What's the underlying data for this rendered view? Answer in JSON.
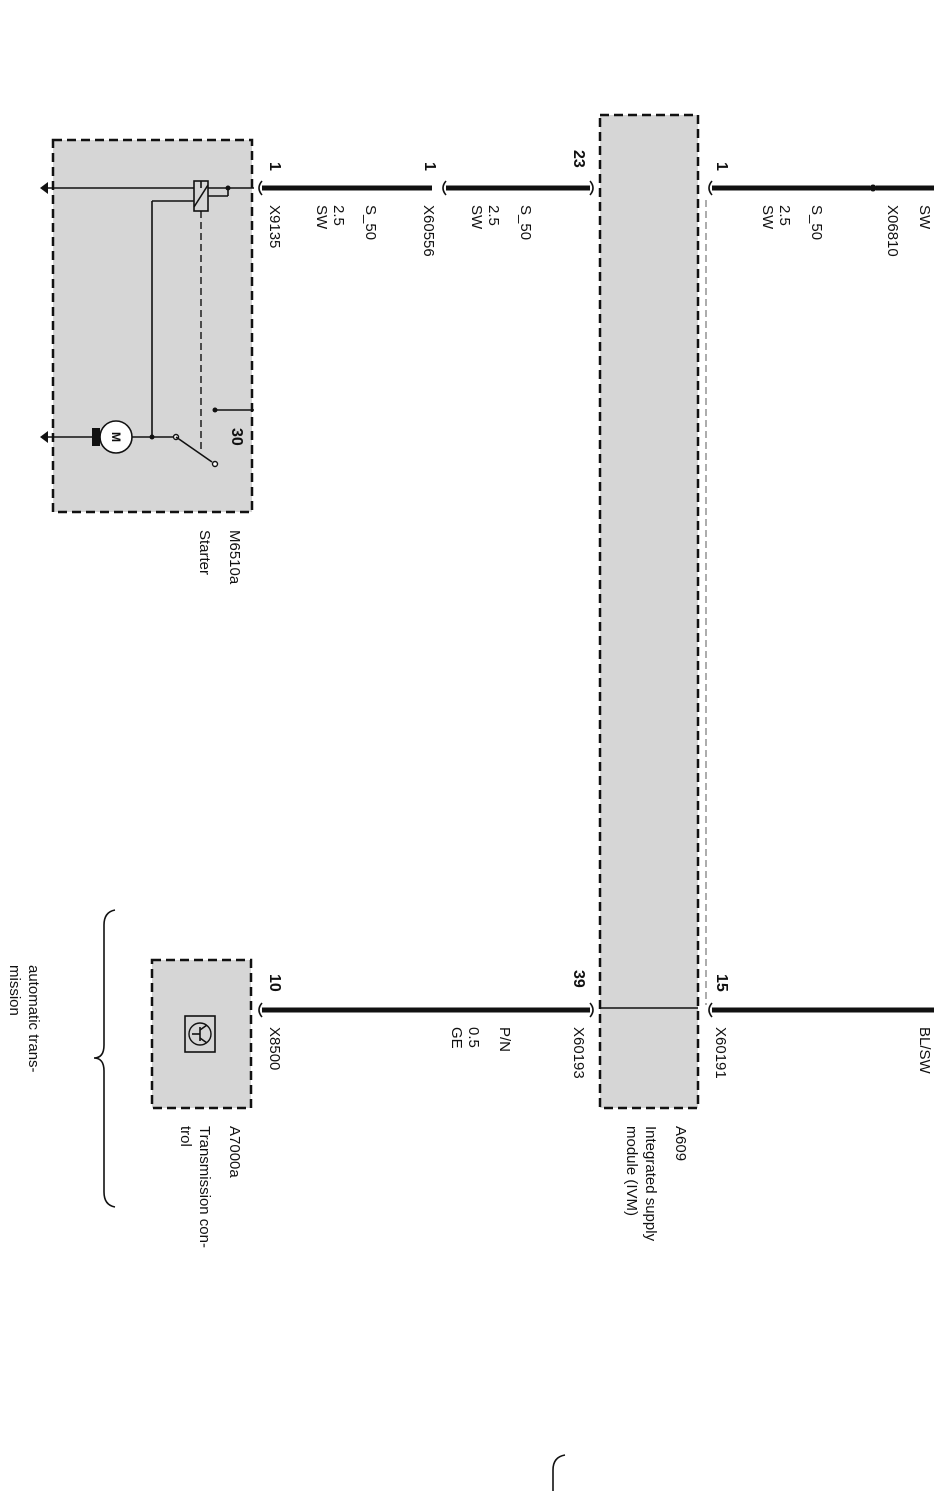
{
  "components": {
    "starter": {
      "id": "M6510a",
      "name": "Starter",
      "pin_30": "30",
      "motor_symbol": "M"
    },
    "ism": {
      "id": "A609",
      "name_line1": "Integrated supply",
      "name_line2": "module (IVM)"
    },
    "transmission": {
      "id": "A7000a",
      "name_line1": "Transmission con-",
      "name_line2": "trol"
    }
  },
  "pins": {
    "x9135": "1",
    "x60556": "1",
    "ism_23": "23",
    "x06810": "1",
    "x8500": "10",
    "ism_39": "39",
    "x60191": "15"
  },
  "connectors": {
    "x9135": "X9135",
    "x60556": "X60556",
    "x06810": "X06810",
    "x8500": "X8500",
    "x60193": "X60193",
    "x60191": "X60191"
  },
  "wires": {
    "s50_a": {
      "signal": "S_50",
      "gauge": "2.5",
      "color": "SW"
    },
    "s50_b": {
      "signal": "S_50",
      "gauge": "2.5",
      "color": "SW"
    },
    "s50_c": {
      "signal": "S_50",
      "gauge": "2.5",
      "color": "SW"
    },
    "edge_top": "SW",
    "pn": {
      "signal": "P/N",
      "gauge": "0.5",
      "color": "GE"
    },
    "edge_bottom": "BL/SW"
  },
  "notes": {
    "brace_label_line1": "automatic trans-",
    "brace_label_line2": "mission"
  }
}
